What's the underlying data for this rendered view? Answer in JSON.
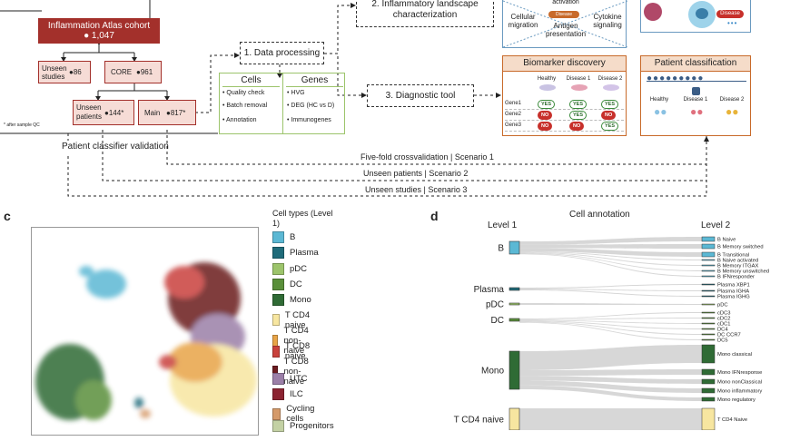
{
  "cohort": {
    "title": "Inflammation Atlas cohort",
    "count": "1,047",
    "unseen_studies": "Unseen studies",
    "unseen_studies_count": "86",
    "core": "CORE",
    "core_count": "961",
    "unseen_patients": "Unseen patients",
    "unseen_patients_count": "144*",
    "main": "Main",
    "main_count": "817*",
    "footnote": "* after sample QC"
  },
  "pipeline": {
    "step1": "1. Data processing",
    "step2": "2. Inflammatory landscape characterization",
    "step3": "3. Diagnostic tool",
    "validation": "Patient classifier validation",
    "scenario1": "Five-fold crossvalidation | Scenario 1",
    "scenario2": "Unseen patients | Scenario 2",
    "scenario3": "Unseen studies | Scenario 3"
  },
  "cells_box": {
    "title": "Cells",
    "items": [
      "• Quality check",
      "• Batch removal",
      "• Annotation"
    ]
  },
  "genes_box": {
    "title": "Genes",
    "items": [
      "• HVG",
      "• DEG (HC vs D)",
      "• Immunogenes"
    ]
  },
  "landscape": {
    "activation": "activation",
    "cellular_migration": "Cellular migration",
    "cytokine_signaling": "Cytokine signaling",
    "antigen_presentation": "Antigen presentation",
    "disease": "Disease"
  },
  "top_right": {
    "disease": "Disease"
  },
  "biomarker": {
    "title": "Biomarker discovery",
    "cols": [
      "Healthy",
      "Disease 1",
      "Disease 2"
    ],
    "rows": [
      {
        "gene": "Gene1",
        "vals": [
          "YES",
          "YES",
          "YES"
        ]
      },
      {
        "gene": "Gene2",
        "vals": [
          "NO",
          "YES",
          "NO"
        ]
      },
      {
        "gene": "Gene3",
        "vals": [
          "NO",
          "NO",
          "YES"
        ]
      }
    ]
  },
  "classification": {
    "title": "Patient classification",
    "groups": [
      "Healthy",
      "Disease 1",
      "Disease 2"
    ]
  },
  "panel_c": {
    "letter": "c",
    "legend_title": "Cell types (Level 1)",
    "cell_types": [
      {
        "name": "B",
        "color": "#5bb8d4"
      },
      {
        "name": "Plasma",
        "color": "#1f6b7a"
      },
      {
        "name": "pDC",
        "color": "#9cc46b"
      },
      {
        "name": "DC",
        "color": "#5a8f3a"
      },
      {
        "name": "Mono",
        "color": "#2f6b35"
      },
      {
        "name": "T CD4 naive",
        "color": "#f7e6a0"
      },
      {
        "name": "T CD4 non-naive",
        "color": "#e8a447"
      },
      {
        "name": "T CD8 naive",
        "color": "#c9413c"
      },
      {
        "name": "T CD8 non-naive",
        "color": "#6b1a1f"
      },
      {
        "name": "UTC",
        "color": "#9b7fa8"
      },
      {
        "name": "ILC",
        "color": "#8b2331"
      },
      {
        "name": "Cycling cells",
        "color": "#d59a6a"
      },
      {
        "name": "Progenitors",
        "color": "#c3d1a4"
      }
    ]
  },
  "panel_d": {
    "letter": "d",
    "title": "Cell annotation",
    "level1": "Level 1",
    "level2": "Level 2",
    "l1_labels": [
      "B",
      "Plasma",
      "pDC",
      "DC",
      "Mono",
      "T CD4 naive"
    ],
    "l2_labels": [
      "B Naive",
      "B Memory switched",
      "B Transitional",
      "B Naive activated",
      "B Memory ITGAX",
      "B Memory unswitched",
      "B IFNresponder",
      "Plasma XBP1",
      "Plasma IGHA",
      "Plasma IGHG",
      "pDC",
      "cDC3",
      "cDC2",
      "cDC1",
      "DC4",
      "DC CCR7",
      "DC5",
      "Mono classical",
      "Mono IFNresponse",
      "Mono nonClassical",
      "Mono inflammatory",
      "Mono regulatory",
      "T CD4 Naive"
    ]
  }
}
